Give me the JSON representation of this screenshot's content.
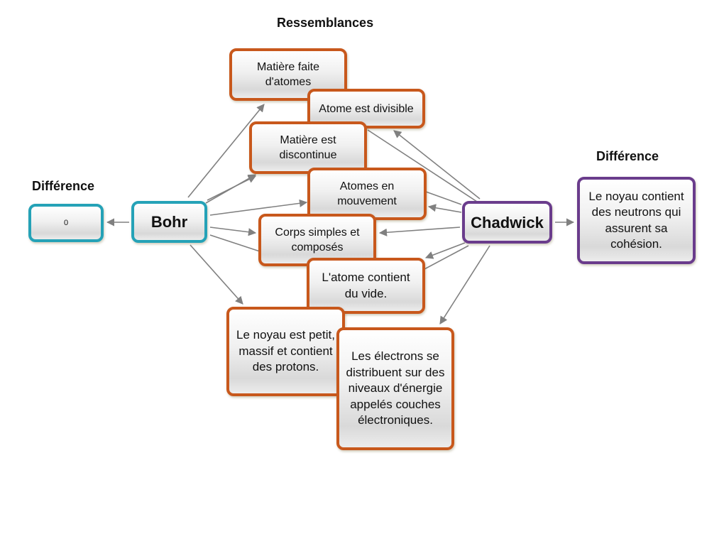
{
  "headings": {
    "similarities": "Ressemblances",
    "difference_left": "Différence",
    "difference_right": "Différence"
  },
  "colors": {
    "similarity_border": "#c8581c",
    "bohr_border": "#25a2b7",
    "chadwick_border": "#6a3c8c",
    "arrow": "#808080"
  },
  "scientists": {
    "left": "Bohr",
    "right": "Chadwick"
  },
  "differences": {
    "bohr": "0",
    "chadwick": "Le noyau contient des neutrons qui assurent sa cohésion."
  },
  "similarities": [
    {
      "id": "matiere-atomes",
      "text": "Matière faite d'atomes"
    },
    {
      "id": "atome-divisible",
      "text": "Atome est divisible"
    },
    {
      "id": "matiere-discontinue",
      "text": "Matière est discontinue"
    },
    {
      "id": "atomes-mouvement",
      "text": "Atomes en mouvement"
    },
    {
      "id": "corps-simples",
      "text": "Corps simples et composés"
    },
    {
      "id": "atome-vide",
      "text": "L'atome contient du vide."
    },
    {
      "id": "noyau-petit",
      "text": "Le noyau est petit, massif et contient des protons."
    },
    {
      "id": "electrons-couches",
      "text": "Les électrons se distribuent sur des niveaux d'énergie appelés couches électroniques."
    }
  ]
}
